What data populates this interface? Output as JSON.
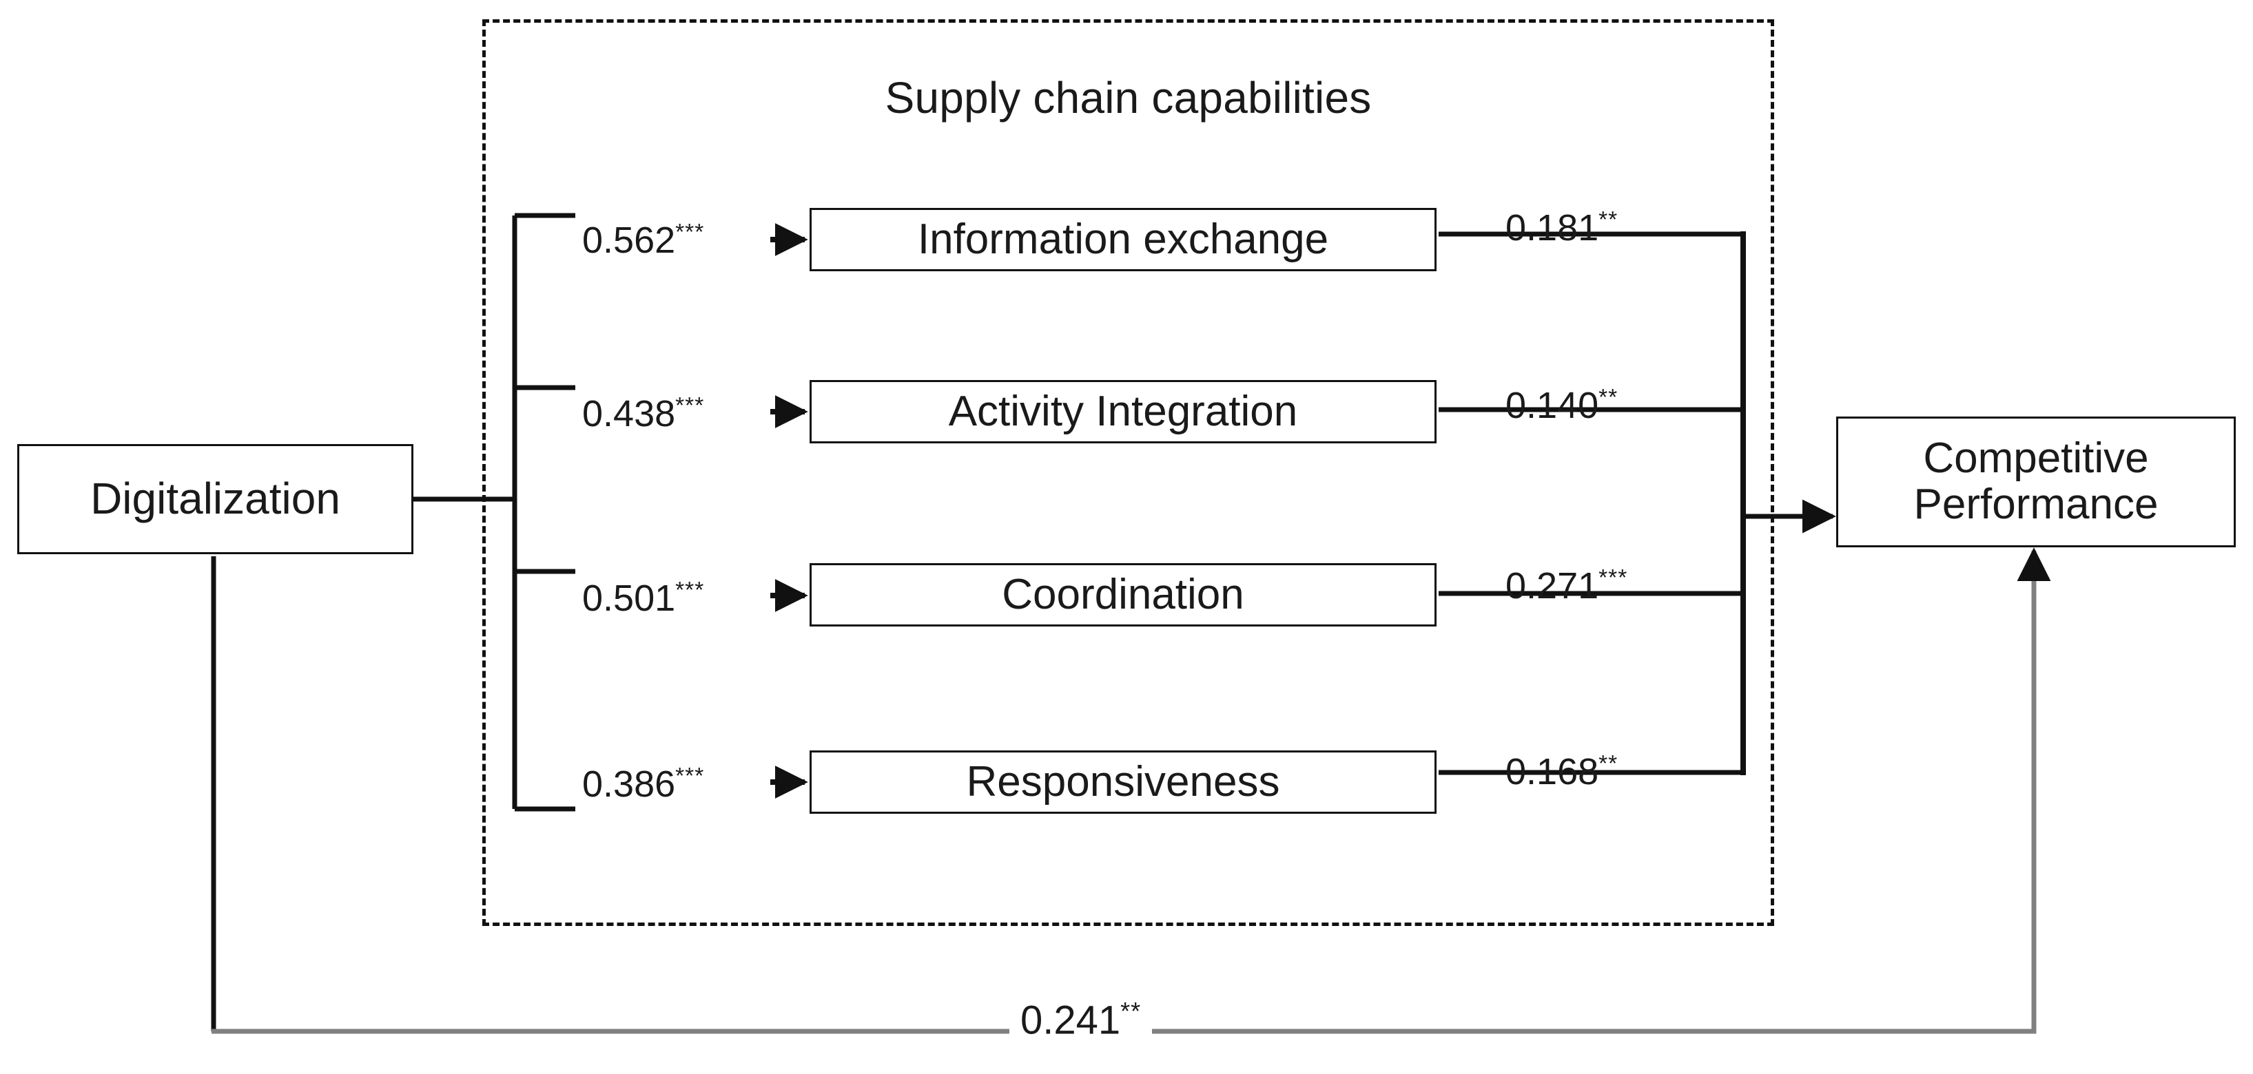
{
  "diagram": {
    "type": "path-model",
    "group_title": "Supply chain capabilities",
    "nodes": {
      "antecedent": "Digitalization",
      "outcome": "Competitive\nPerformance",
      "outcome_line1": "Competitive",
      "outcome_line2": "Performance",
      "capabilities": [
        "Information exchange",
        "Activity Integration",
        "Coordination",
        "Responsiveness"
      ]
    },
    "paths": {
      "a_paths": [
        {
          "from": "Digitalization",
          "to": "Information exchange",
          "value": "0.562",
          "stars": "***"
        },
        {
          "from": "Digitalization",
          "to": "Activity Integration",
          "value": "0.438",
          "stars": "***"
        },
        {
          "from": "Digitalization",
          "to": "Coordination",
          "value": "0.501",
          "stars": "***"
        },
        {
          "from": "Digitalization",
          "to": "Responsiveness",
          "value": "0.386",
          "stars": "***"
        }
      ],
      "b_paths": [
        {
          "from": "Information exchange",
          "to": "Competitive Performance",
          "value": "0.181",
          "stars": "**"
        },
        {
          "from": "Activity Integration",
          "to": "Competitive Performance",
          "value": "0.140",
          "stars": "**"
        },
        {
          "from": "Coordination",
          "to": "Competitive Performance",
          "value": "0.271",
          "stars": "***"
        },
        {
          "from": "Responsiveness",
          "to": "Competitive Performance",
          "value": "0.168",
          "stars": "**"
        }
      ],
      "direct_path": {
        "from": "Digitalization",
        "to": "Competitive Performance",
        "value": "0.241",
        "stars": "**"
      }
    },
    "colors": {
      "stroke": "#111111",
      "direct_path_stroke": "#808080",
      "background": "#ffffff",
      "text": "#1a1a1a"
    }
  }
}
